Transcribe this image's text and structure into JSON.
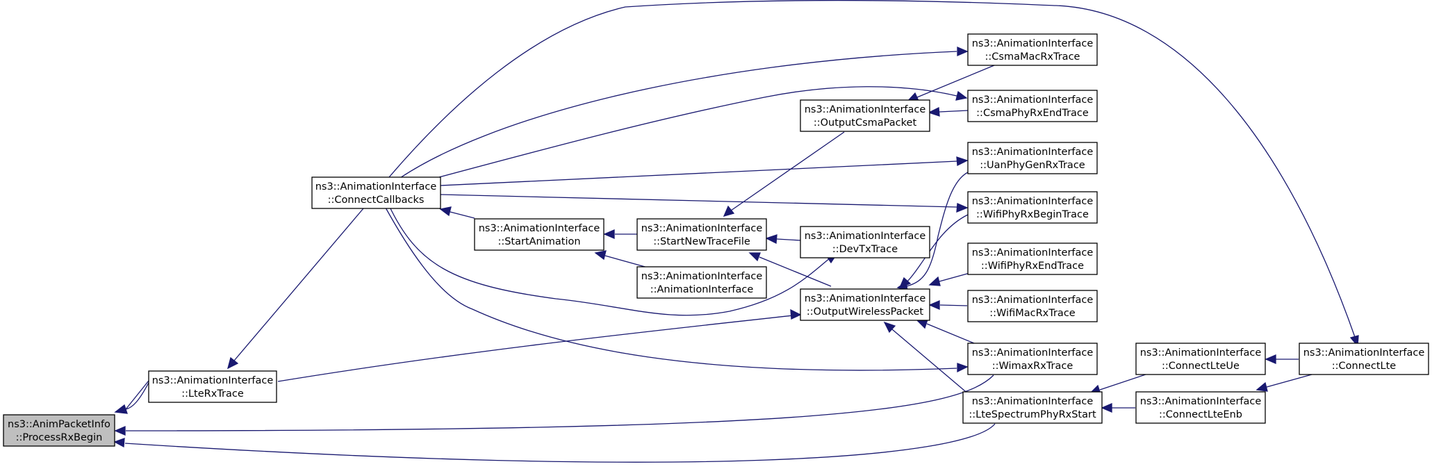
{
  "colors": {
    "edge": "#191970",
    "node_border": "#000000",
    "node_fill": "#ffffff",
    "root_fill": "#bfbfbf",
    "text": "#000000"
  },
  "nodes": {
    "ProcessRxBegin": {
      "line1": "ns3::AnimPacketInfo",
      "line2": "::ProcessRxBegin"
    },
    "LteRxTrace": {
      "line1": "ns3::AnimationInterface",
      "line2": "::LteRxTrace"
    },
    "ConnectCallbacks": {
      "line1": "ns3::AnimationInterface",
      "line2": "::ConnectCallbacks"
    },
    "StartAnimation": {
      "line1": "ns3::AnimationInterface",
      "line2": "::StartAnimation"
    },
    "StartNewTraceFile": {
      "line1": "ns3::AnimationInterface",
      "line2": "::StartNewTraceFile"
    },
    "AnimationInterface": {
      "line1": "ns3::AnimationInterface",
      "line2": "::AnimationInterface"
    },
    "OutputCsmaPacket": {
      "line1": "ns3::AnimationInterface",
      "line2": "::OutputCsmaPacket"
    },
    "DevTxTrace": {
      "line1": "ns3::AnimationInterface",
      "line2": "::DevTxTrace"
    },
    "OutputWirelessPacket": {
      "line1": "ns3::AnimationInterface",
      "line2": "::OutputWirelessPacket"
    },
    "CsmaMacRxTrace": {
      "line1": "ns3::AnimationInterface",
      "line2": "::CsmaMacRxTrace"
    },
    "CsmaPhyRxEndTrace": {
      "line1": "ns3::AnimationInterface",
      "line2": "::CsmaPhyRxEndTrace"
    },
    "UanPhyGenRxTrace": {
      "line1": "ns3::AnimationInterface",
      "line2": "::UanPhyGenRxTrace"
    },
    "WifiPhyRxBeginTrace": {
      "line1": "ns3::AnimationInterface",
      "line2": "::WifiPhyRxBeginTrace"
    },
    "WifiPhyRxEndTrace": {
      "line1": "ns3::AnimationInterface",
      "line2": "::WifiPhyRxEndTrace"
    },
    "WifiMacRxTrace": {
      "line1": "ns3::AnimationInterface",
      "line2": "::WifiMacRxTrace"
    },
    "WimaxRxTrace": {
      "line1": "ns3::AnimationInterface",
      "line2": "::WimaxRxTrace"
    },
    "LteSpectrumPhyRxStart": {
      "line1": "ns3::AnimationInterface",
      "line2": "::LteSpectrumPhyRxStart"
    },
    "ConnectLteUe": {
      "line1": "ns3::AnimationInterface",
      "line2": "::ConnectLteUe"
    },
    "ConnectLteEnb": {
      "line1": "ns3::AnimationInterface",
      "line2": "::ConnectLteEnb"
    },
    "ConnectLte": {
      "line1": "ns3::AnimationInterface",
      "line2": "::ConnectLte"
    }
  }
}
